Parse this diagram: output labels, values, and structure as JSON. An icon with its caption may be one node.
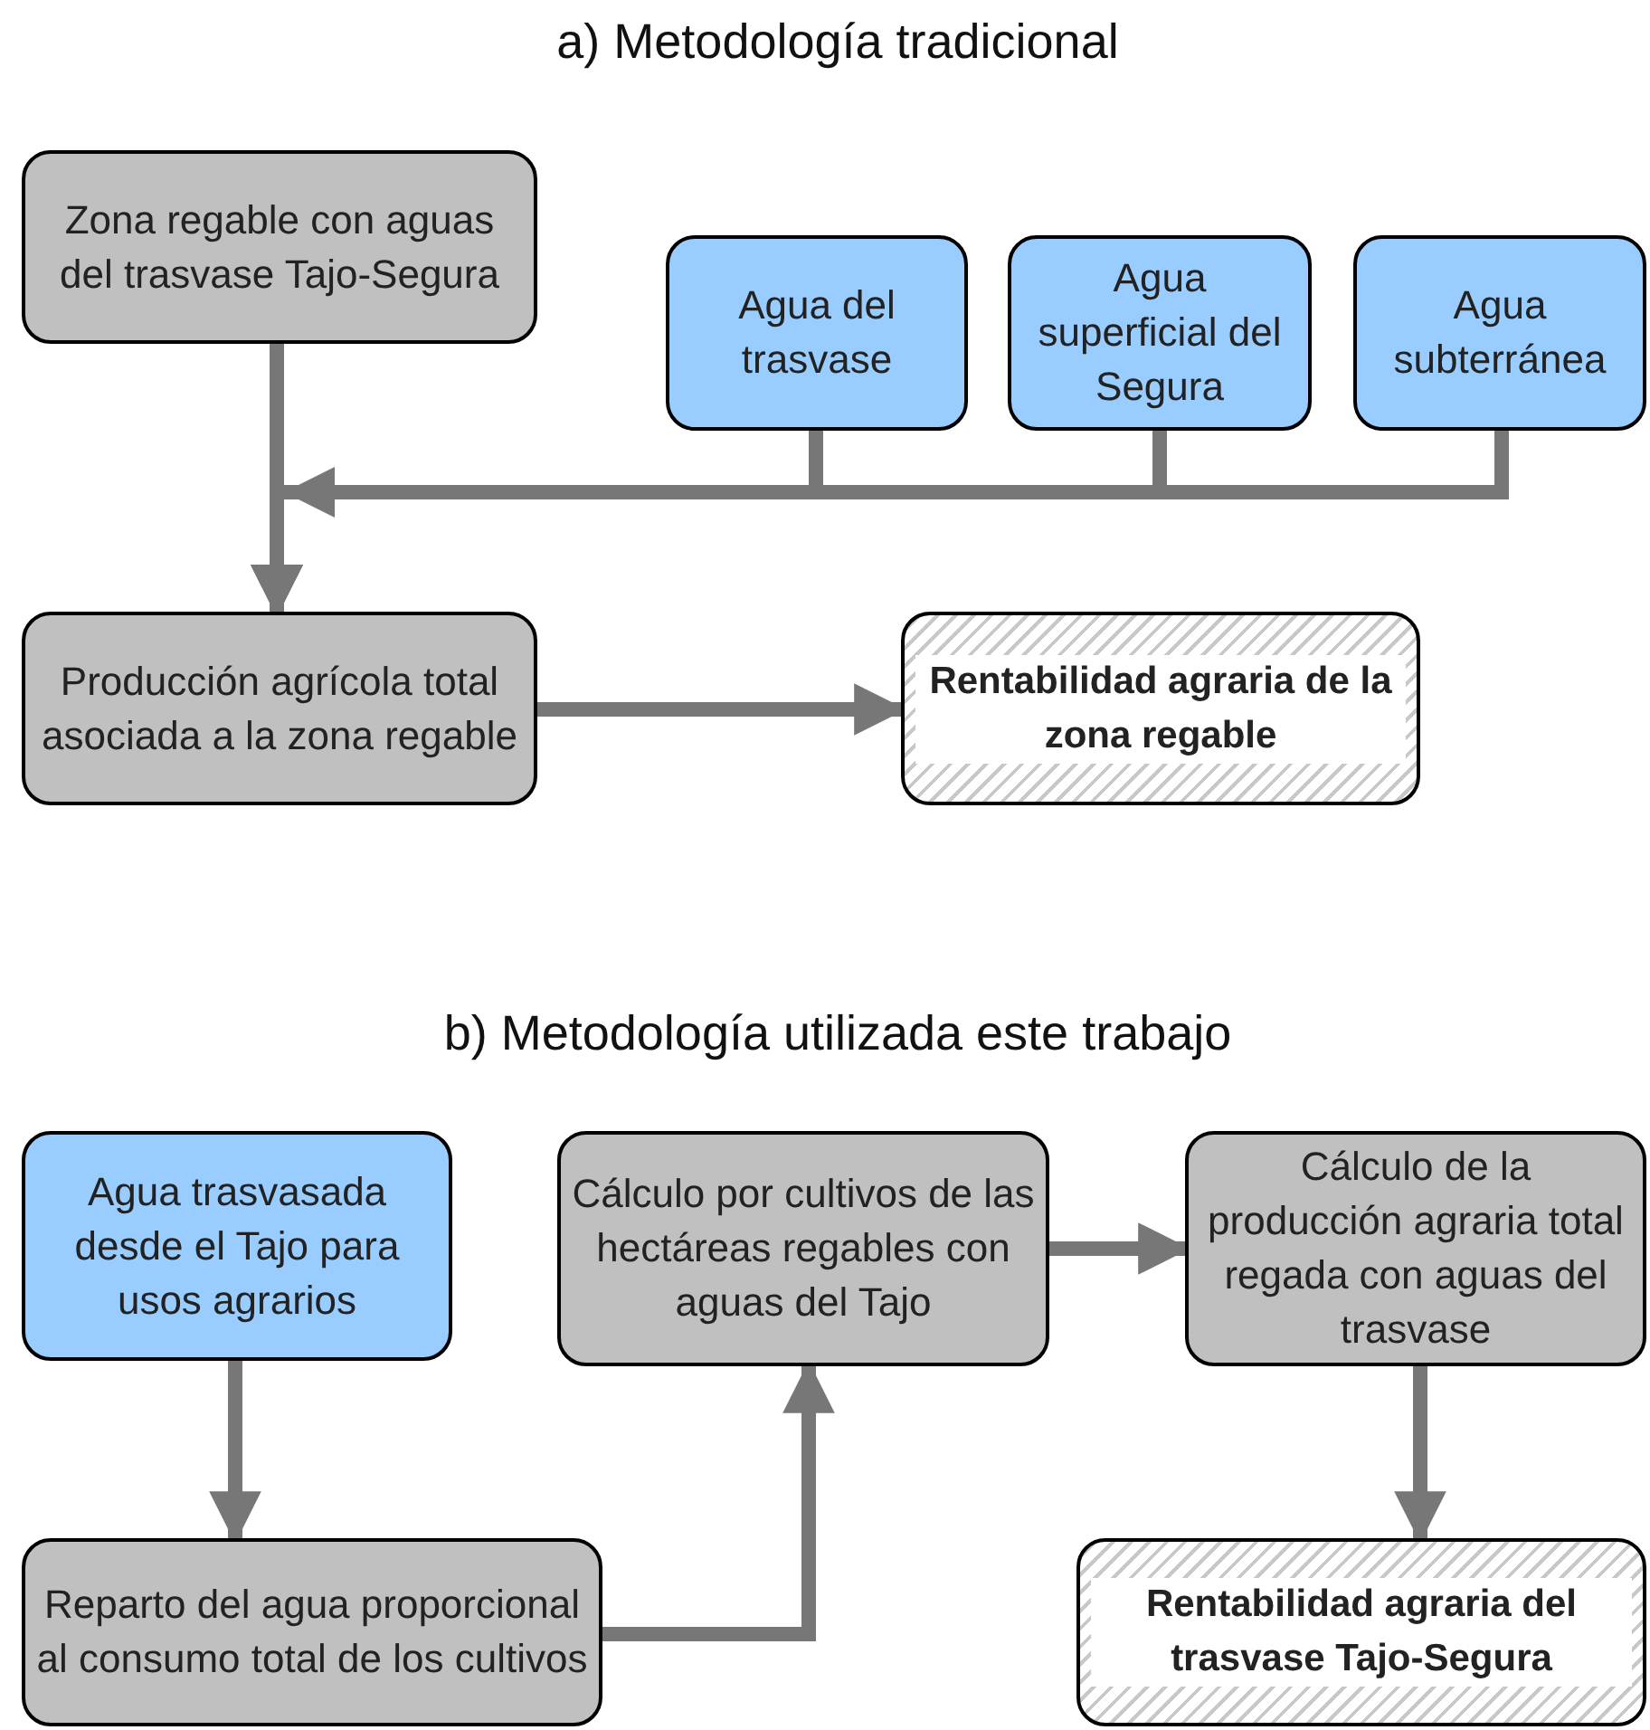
{
  "diagram": {
    "nodes": [
      {
        "text": [
          "Zona regable con aguas del trasvase Tajo-Segura"
        ]
      },
      {
        "text": [
          "Agua del trasvase"
        ]
      },
      {
        "text": [
          "Agua superficial del Segura"
        ]
      },
      {
        "text": [
          "Agua subterránea"
        ]
      },
      {
        "text": [
          "Producción agrícola total asociada a la zona regable"
        ]
      },
      {
        "text": [
          "Rentabilidad agraria de la zona regable"
        ]
      },
      {
        "text": [
          "Agua trasvasada desde el Tajo para usos agrarios"
        ]
      },
      {
        "text": [
          "Cálculo por cultivos de las hectáreas regables con aguas del Tajo"
        ]
      },
      {
        "text": [
          "Cálculo de la producción agraria total regada con aguas del trasvase"
        ]
      },
      {
        "text": [
          "Reparto del agua proporcional al consumo total de los cultivos"
        ]
      },
      {
        "text": [
          "Rentabilidad agraria del trasvase Tajo-Segura"
        ]
      }
    ],
    "edges": [
      {
        "from": 0,
        "to": 4,
        "arrow": "to"
      },
      {
        "from": 1,
        "to": 4,
        "arrow": "to"
      },
      {
        "from": 2,
        "to": 4,
        "arrow": "to"
      },
      {
        "from": 3,
        "to": 4,
        "arrow": "to"
      },
      {
        "from": 4,
        "to": 5,
        "arrow": "to"
      },
      {
        "from": 6,
        "to": 9,
        "arrow": "to"
      },
      {
        "from": 9,
        "to": 7,
        "arrow": "to"
      },
      {
        "from": 7,
        "to": 8,
        "arrow": "to"
      },
      {
        "from": 8,
        "to": 10,
        "arrow": "to"
      }
    ],
    "labels": [
      "a) Metodología tradicional",
      "b) Metodología utilizada este trabajo"
    ]
  }
}
